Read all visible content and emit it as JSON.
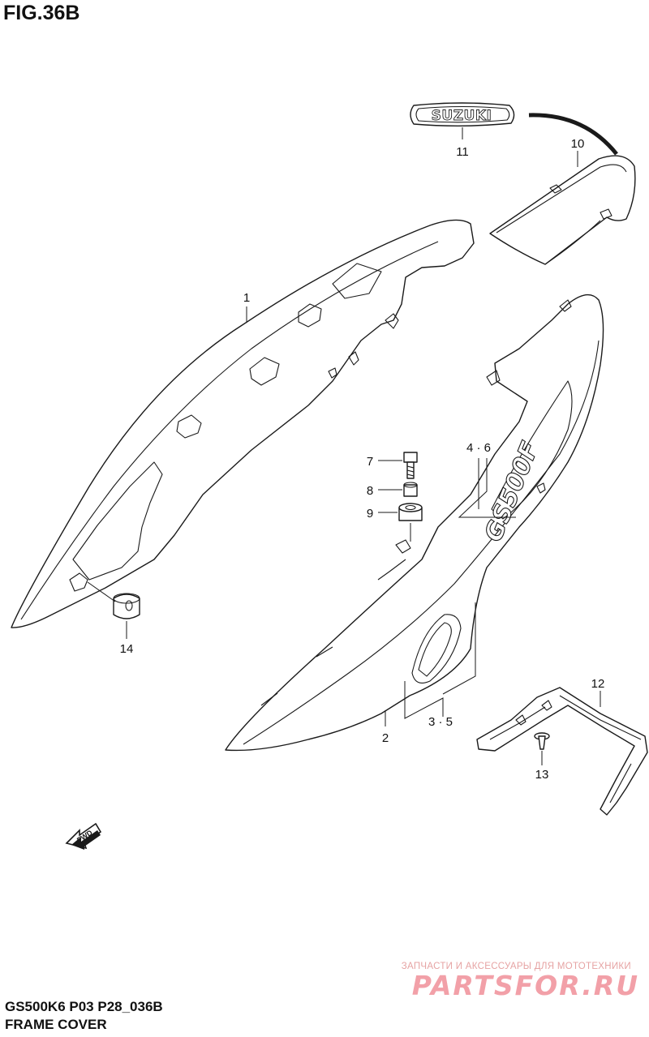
{
  "figure": {
    "title": "FIG.36B",
    "model_code": "GS500K6 P03 P28_036B",
    "name": "FRAME COVER"
  },
  "emblem": {
    "text": "SUZUKI"
  },
  "decal": {
    "text": "GS500F"
  },
  "fwd_arrow": {
    "text": "FWD"
  },
  "callouts": {
    "c1": "1",
    "c2": "2",
    "c3_5": "3 · 5",
    "c4_6": "4 · 6",
    "c7": "7",
    "c8": "8",
    "c9": "9",
    "c10": "10",
    "c11": "11",
    "c12": "12",
    "c13": "13",
    "c14": "14"
  },
  "watermark": {
    "tagline": "ЗАПЧАСТИ И АКСЕССУАРЫ ДЛЯ МОТОТЕХНИКИ",
    "logo": "PARTSFOR.RU"
  },
  "colors": {
    "line": "#1a1a1a",
    "watermark_tagline": "#e6a3a3",
    "watermark_logo": "#f2a0a8"
  }
}
